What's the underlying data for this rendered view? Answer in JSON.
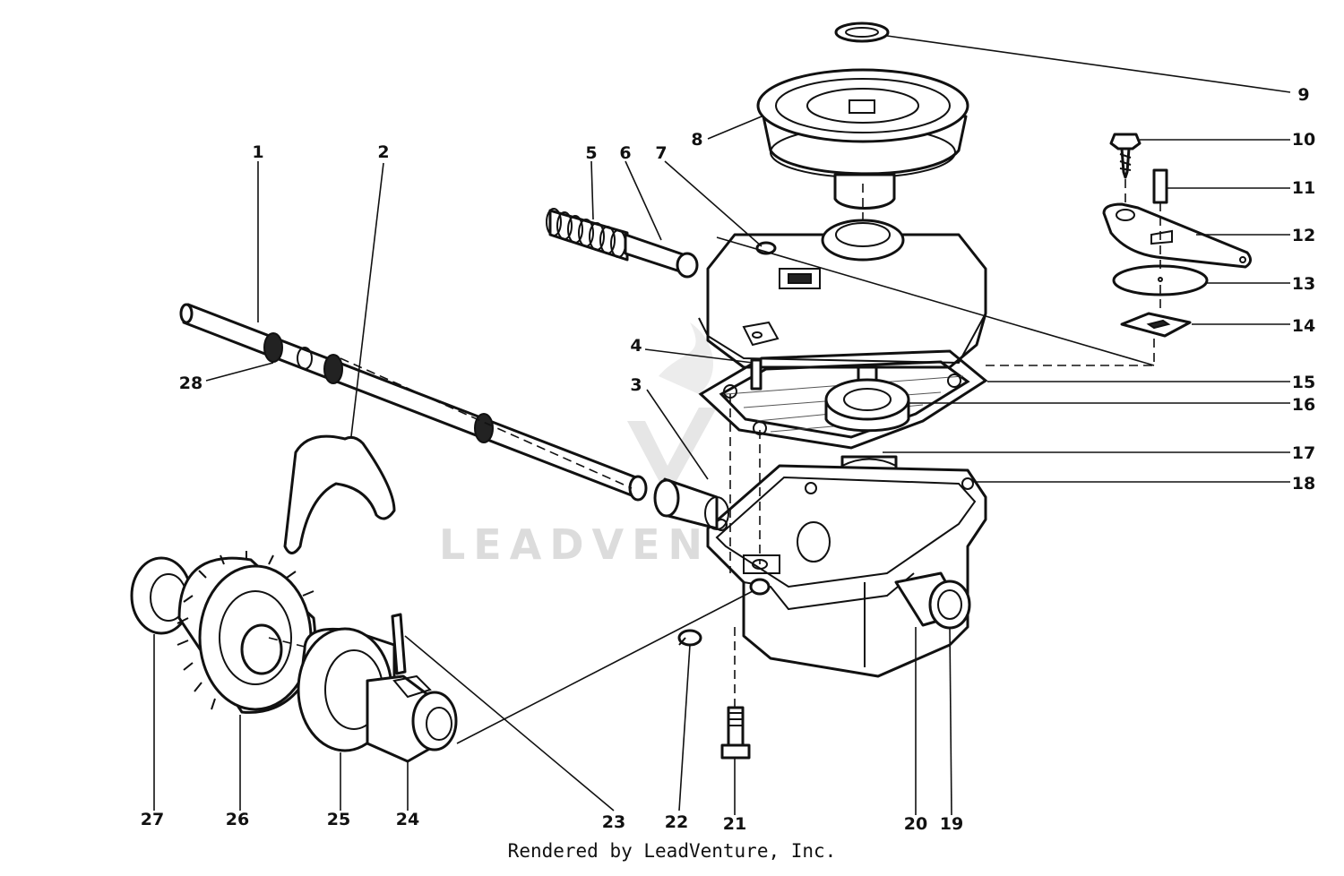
{
  "diagram": {
    "callouts": [
      "1",
      "2",
      "3",
      "4",
      "5",
      "6",
      "7",
      "8",
      "9",
      "10",
      "11",
      "12",
      "13",
      "14",
      "15",
      "16",
      "17",
      "18",
      "19",
      "20",
      "21",
      "22",
      "23",
      "24",
      "25",
      "26",
      "27",
      "28"
    ],
    "watermark": "LEADVENTURE",
    "credit": "Rendered by LeadVenture, Inc."
  }
}
